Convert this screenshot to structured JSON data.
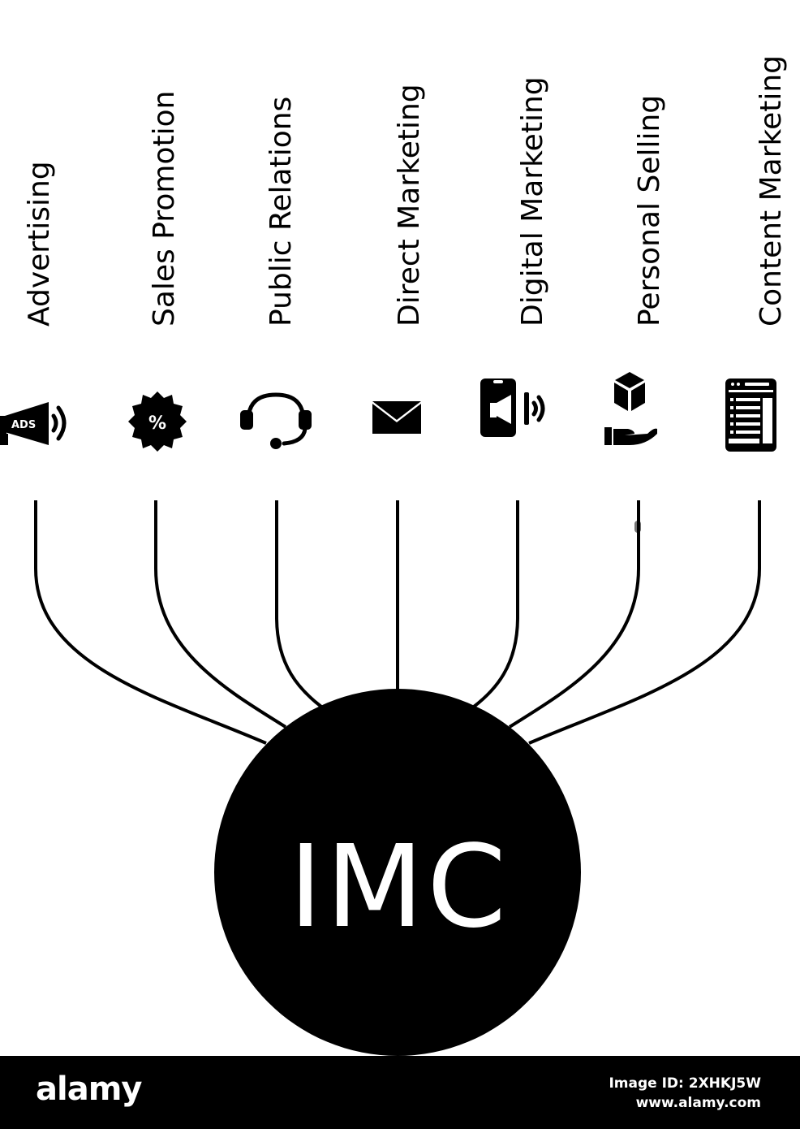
{
  "labels": [
    "Advertising",
    "Sales Promotion",
    "Public Relations",
    "Direct Marketing",
    "Digital Marketing",
    "Personal Selling",
    "Content Marketing"
  ],
  "icons": [
    {
      "name": "megaphone-ads-icon",
      "text": "ADS"
    },
    {
      "name": "discount-badge-icon",
      "text": "%"
    },
    {
      "name": "headset-icon"
    },
    {
      "name": "envelope-icon"
    },
    {
      "name": "phone-megaphone-icon"
    },
    {
      "name": "hand-box-icon"
    },
    {
      "name": "web-content-icon"
    }
  ],
  "center": {
    "label": "IMC"
  },
  "footer": {
    "logo": "alamy",
    "image_id": "Image ID: 2XHKJ5W",
    "site": "www.alamy.com"
  },
  "colors": {
    "foreground": "#000000",
    "background": "#ffffff"
  }
}
